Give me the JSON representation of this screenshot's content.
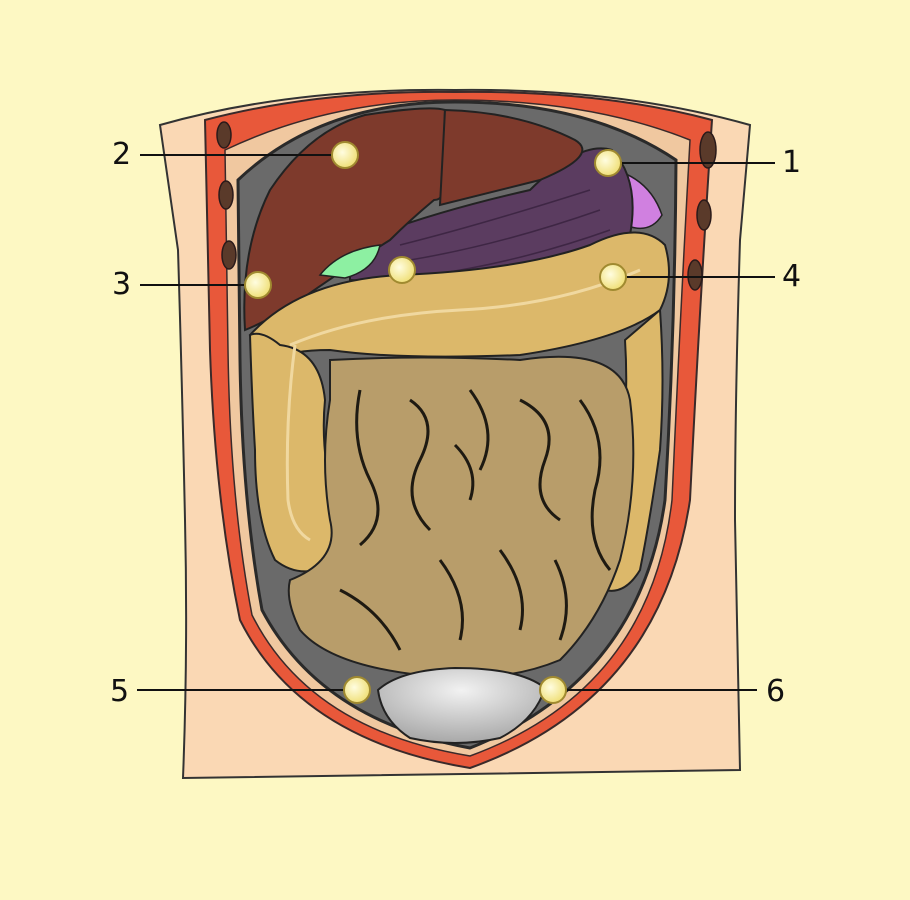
{
  "diagram": {
    "colors": {
      "background": "#fdf8c3",
      "skin": "#fad8b4",
      "muscle": "#e8583a",
      "cavity": "#565656",
      "liver": "#7e3a2c",
      "stomach": "#5b3c60",
      "gallbladder": "#8df0a2",
      "spleen": "#d080e0",
      "colon": "#dcb86a",
      "small_intestine": "#b89d6a",
      "bladder": "#c8c8c8",
      "marker": "#f6eea0"
    },
    "labels": [
      {
        "id": "1",
        "text": "1"
      },
      {
        "id": "2",
        "text": "2"
      },
      {
        "id": "3",
        "text": "3"
      },
      {
        "id": "4",
        "text": "4"
      },
      {
        "id": "5",
        "text": "5"
      },
      {
        "id": "6",
        "text": "6"
      }
    ]
  }
}
